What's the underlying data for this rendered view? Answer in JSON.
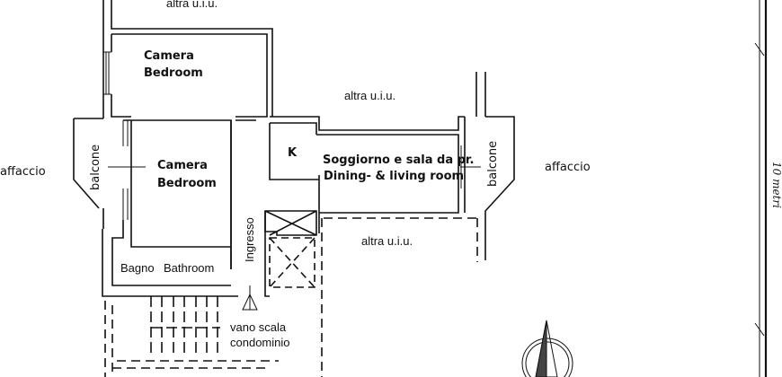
{
  "labels": {
    "altra_top": "altra u.i.u.",
    "altra_mid": "altra u.i.u.",
    "altra_low": "altra u.i.u.",
    "camera1": "Camera",
    "bedroom1": "Bedroom",
    "camera2": "Camera",
    "bedroom2": "Bedroom",
    "balcone_left": "balcone",
    "balcone_right": "balcone",
    "affaccio_left": "affaccio",
    "affaccio_right": "affaccio",
    "kitchen": "K",
    "soggiorno": "Soggiorno e sala da pr.",
    "living": "Dining- & living room",
    "ingresso": "Ingresso",
    "bagno": "Bagno",
    "bathroom": "Bathroom",
    "vano1": "vano scala",
    "vano2": "condominio",
    "scale": "10 metri"
  },
  "colors": {
    "line": "#111111",
    "background": "#ffffff"
  }
}
